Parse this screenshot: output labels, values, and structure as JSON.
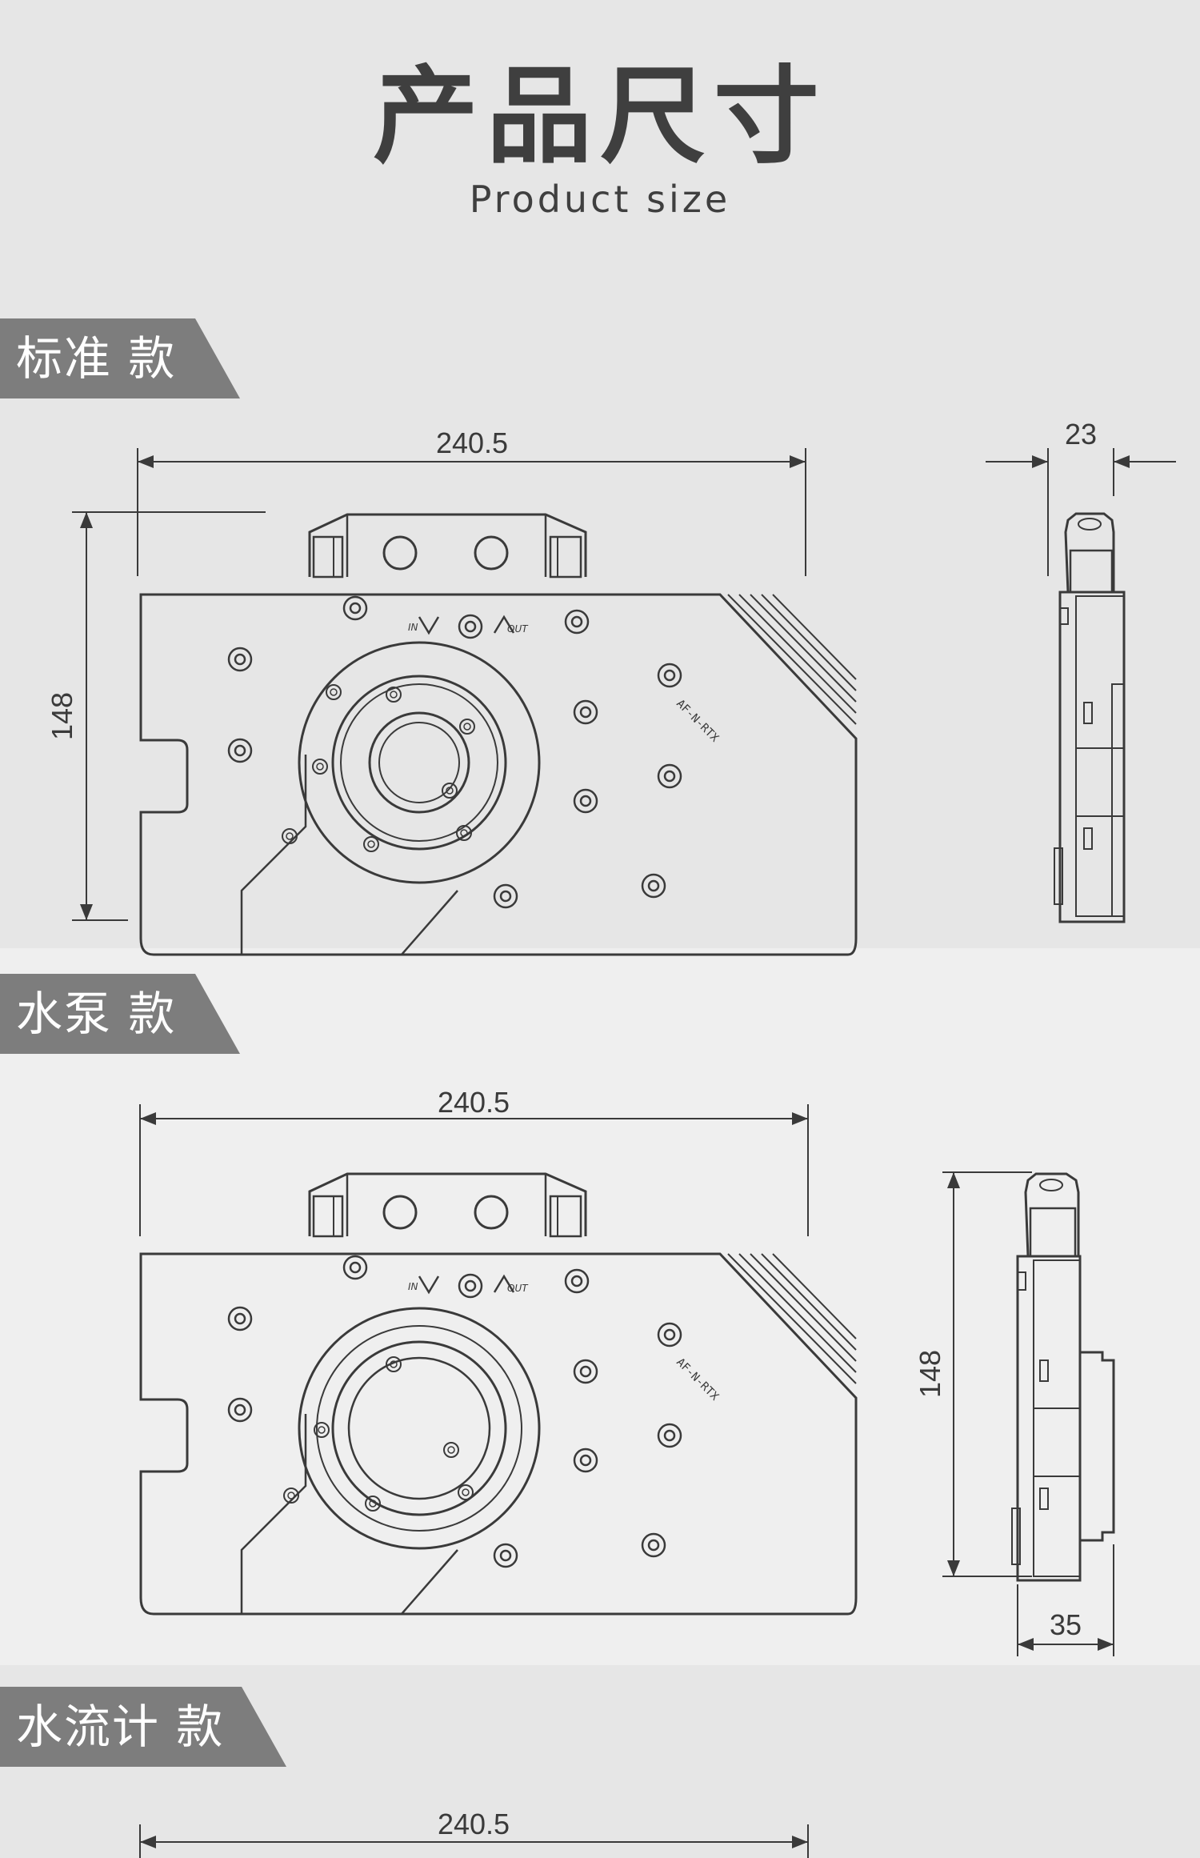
{
  "header": {
    "title_zh": "产品尺寸",
    "title_en": "Product size"
  },
  "sections": [
    {
      "tag": "标准 款",
      "front": {
        "width_label": "240.5",
        "height_label": "148",
        "model_text": "AF-N-RTX"
      },
      "side": {
        "thickness_label": "23"
      },
      "port_labels": {
        "in": "IN",
        "out": "OUT"
      }
    },
    {
      "tag": "水泵 款",
      "front": {
        "width_label": "240.5",
        "model_text": "AF-N-RTX"
      },
      "side": {
        "height_label": "148",
        "thickness_label": "35"
      },
      "port_labels": {
        "in": "IN",
        "out": "OUT"
      }
    },
    {
      "tag": "水流计 款",
      "front": {
        "width_label": "240.5"
      }
    }
  ],
  "colors": {
    "background": "#e6e6e6",
    "band_alt": "#efefef",
    "tag_bg": "#7d7d7d",
    "line": "#3a3a3a"
  }
}
